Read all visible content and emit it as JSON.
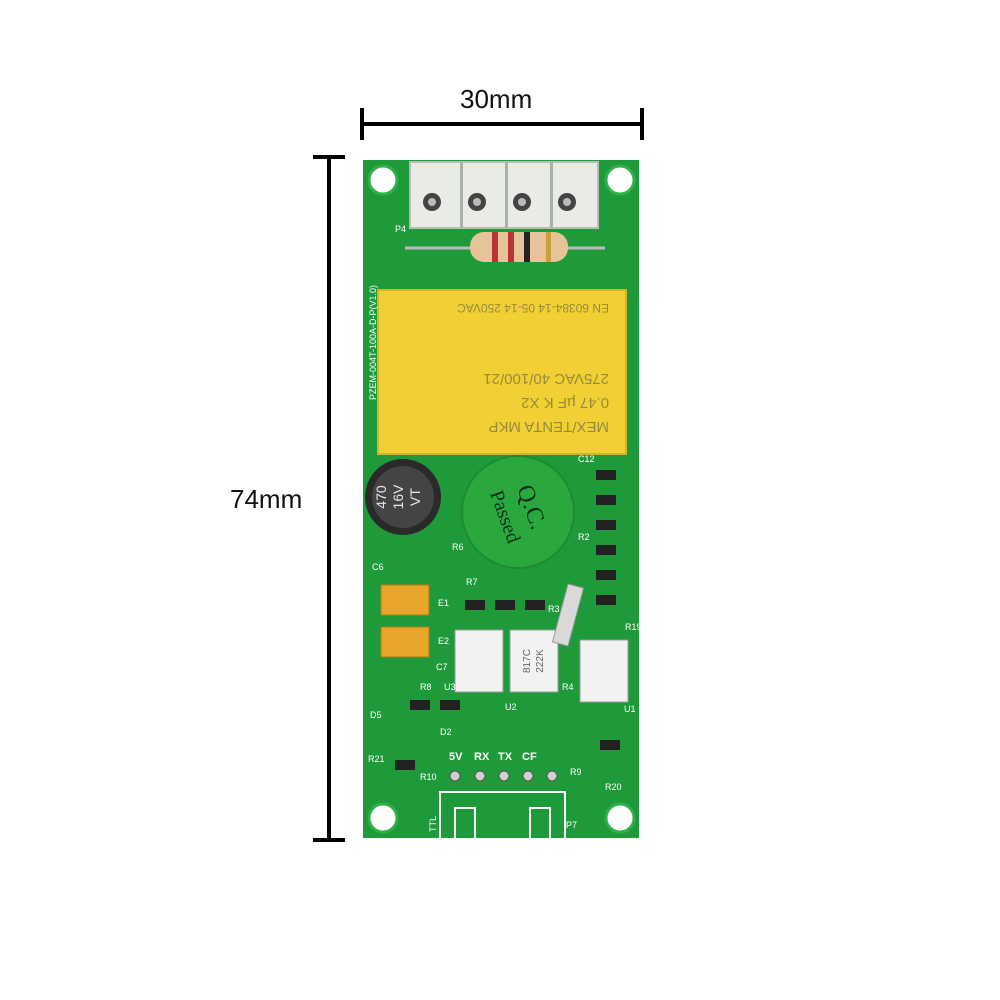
{
  "dimensions": {
    "width_label": "30mm",
    "height_label": "74mm"
  },
  "board": {
    "model": "PZEM-004T-100A-D-P(V1.0)",
    "header_labels": [
      "5V",
      "RX",
      "TX",
      "CF"
    ],
    "connector_label": "TTL",
    "terminal_label": "P4",
    "capacitor_text": [
      "MEX/TENTA MKP",
      "0.47 µF K X2",
      "275VAC 40/100/21",
      "EN 60384-14 05-14 250VAC"
    ],
    "electrolytic_text": [
      "470",
      "16V",
      "VT"
    ],
    "qc_sticker": [
      "Q.C.",
      "Passed"
    ],
    "optocoupler_text": [
      "817C",
      "222K"
    ],
    "ref_designators": [
      "R6",
      "R7",
      "R3",
      "R2",
      "R4",
      "R8",
      "R9",
      "R10",
      "R19",
      "R20",
      "R21",
      "C6",
      "C7",
      "C12",
      "E1",
      "E2",
      "U1",
      "U2",
      "U3",
      "D2",
      "D5",
      "P7"
    ]
  },
  "colors": {
    "pcb": "#1f9a3a",
    "capacitor": "#f0d035",
    "sticker": "#2aa83e"
  }
}
